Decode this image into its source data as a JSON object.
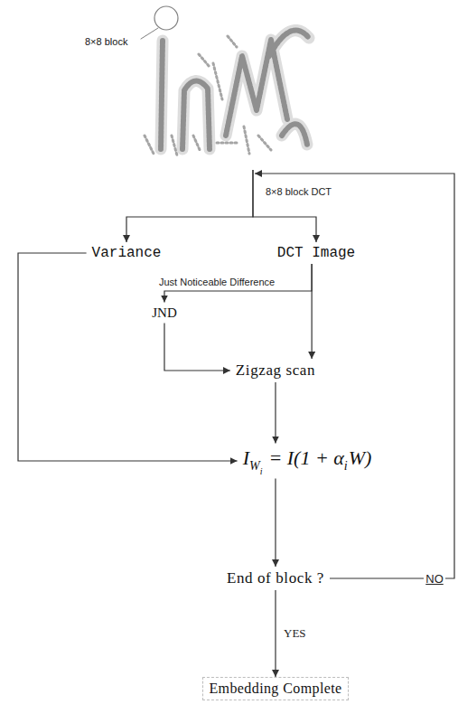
{
  "diagram": {
    "nodes": [
      {
        "text": [
          "8×8 block"
        ]
      },
      {
        "text": [
          "Variance"
        ]
      },
      {
        "text": [
          "DCT Image"
        ]
      },
      {
        "text": [
          "JND"
        ]
      },
      {
        "text": [
          "Zigzag scan"
        ]
      },
      {
        "text": [
          "I",
          "W",
          "i",
          "= I(1 + α",
          "i",
          "W)"
        ]
      },
      {
        "text": [
          "End of block ?"
        ]
      },
      {
        "text": [
          "Embedding Complete"
        ]
      }
    ],
    "edges": [
      {
        "from": 0,
        "to": 1,
        "arrow": "to"
      },
      {
        "from": 0,
        "to": 2,
        "label": "8×8 block DCT",
        "arrow": "to"
      },
      {
        "from": 2,
        "to": 3,
        "label": "Just Noticeable Difference",
        "arrow": "to"
      },
      {
        "from": 3,
        "to": 4,
        "arrow": "to"
      },
      {
        "from": 2,
        "to": 4,
        "arrow": "to"
      },
      {
        "from": 1,
        "to": 5,
        "arrow": "to"
      },
      {
        "from": 4,
        "to": 5,
        "arrow": "to"
      },
      {
        "from": 5,
        "to": 6,
        "arrow": "to"
      },
      {
        "from": 6,
        "to": 7,
        "label": "YES",
        "arrow": "to"
      },
      {
        "from": 6,
        "to": 0,
        "label": "NO",
        "arrow": "to"
      }
    ]
  }
}
